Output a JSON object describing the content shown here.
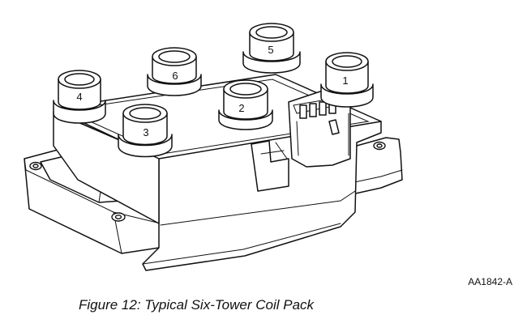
{
  "figure": {
    "caption": "Figure 12: Typical Six-Tower Coil Pack",
    "part_number": "AA1842-A"
  },
  "towers": [
    {
      "label": "1"
    },
    {
      "label": "2"
    },
    {
      "label": "3"
    },
    {
      "label": "4"
    },
    {
      "label": "5"
    },
    {
      "label": "6"
    }
  ],
  "colors": {
    "line": "#111111",
    "background": "#ffffff"
  }
}
